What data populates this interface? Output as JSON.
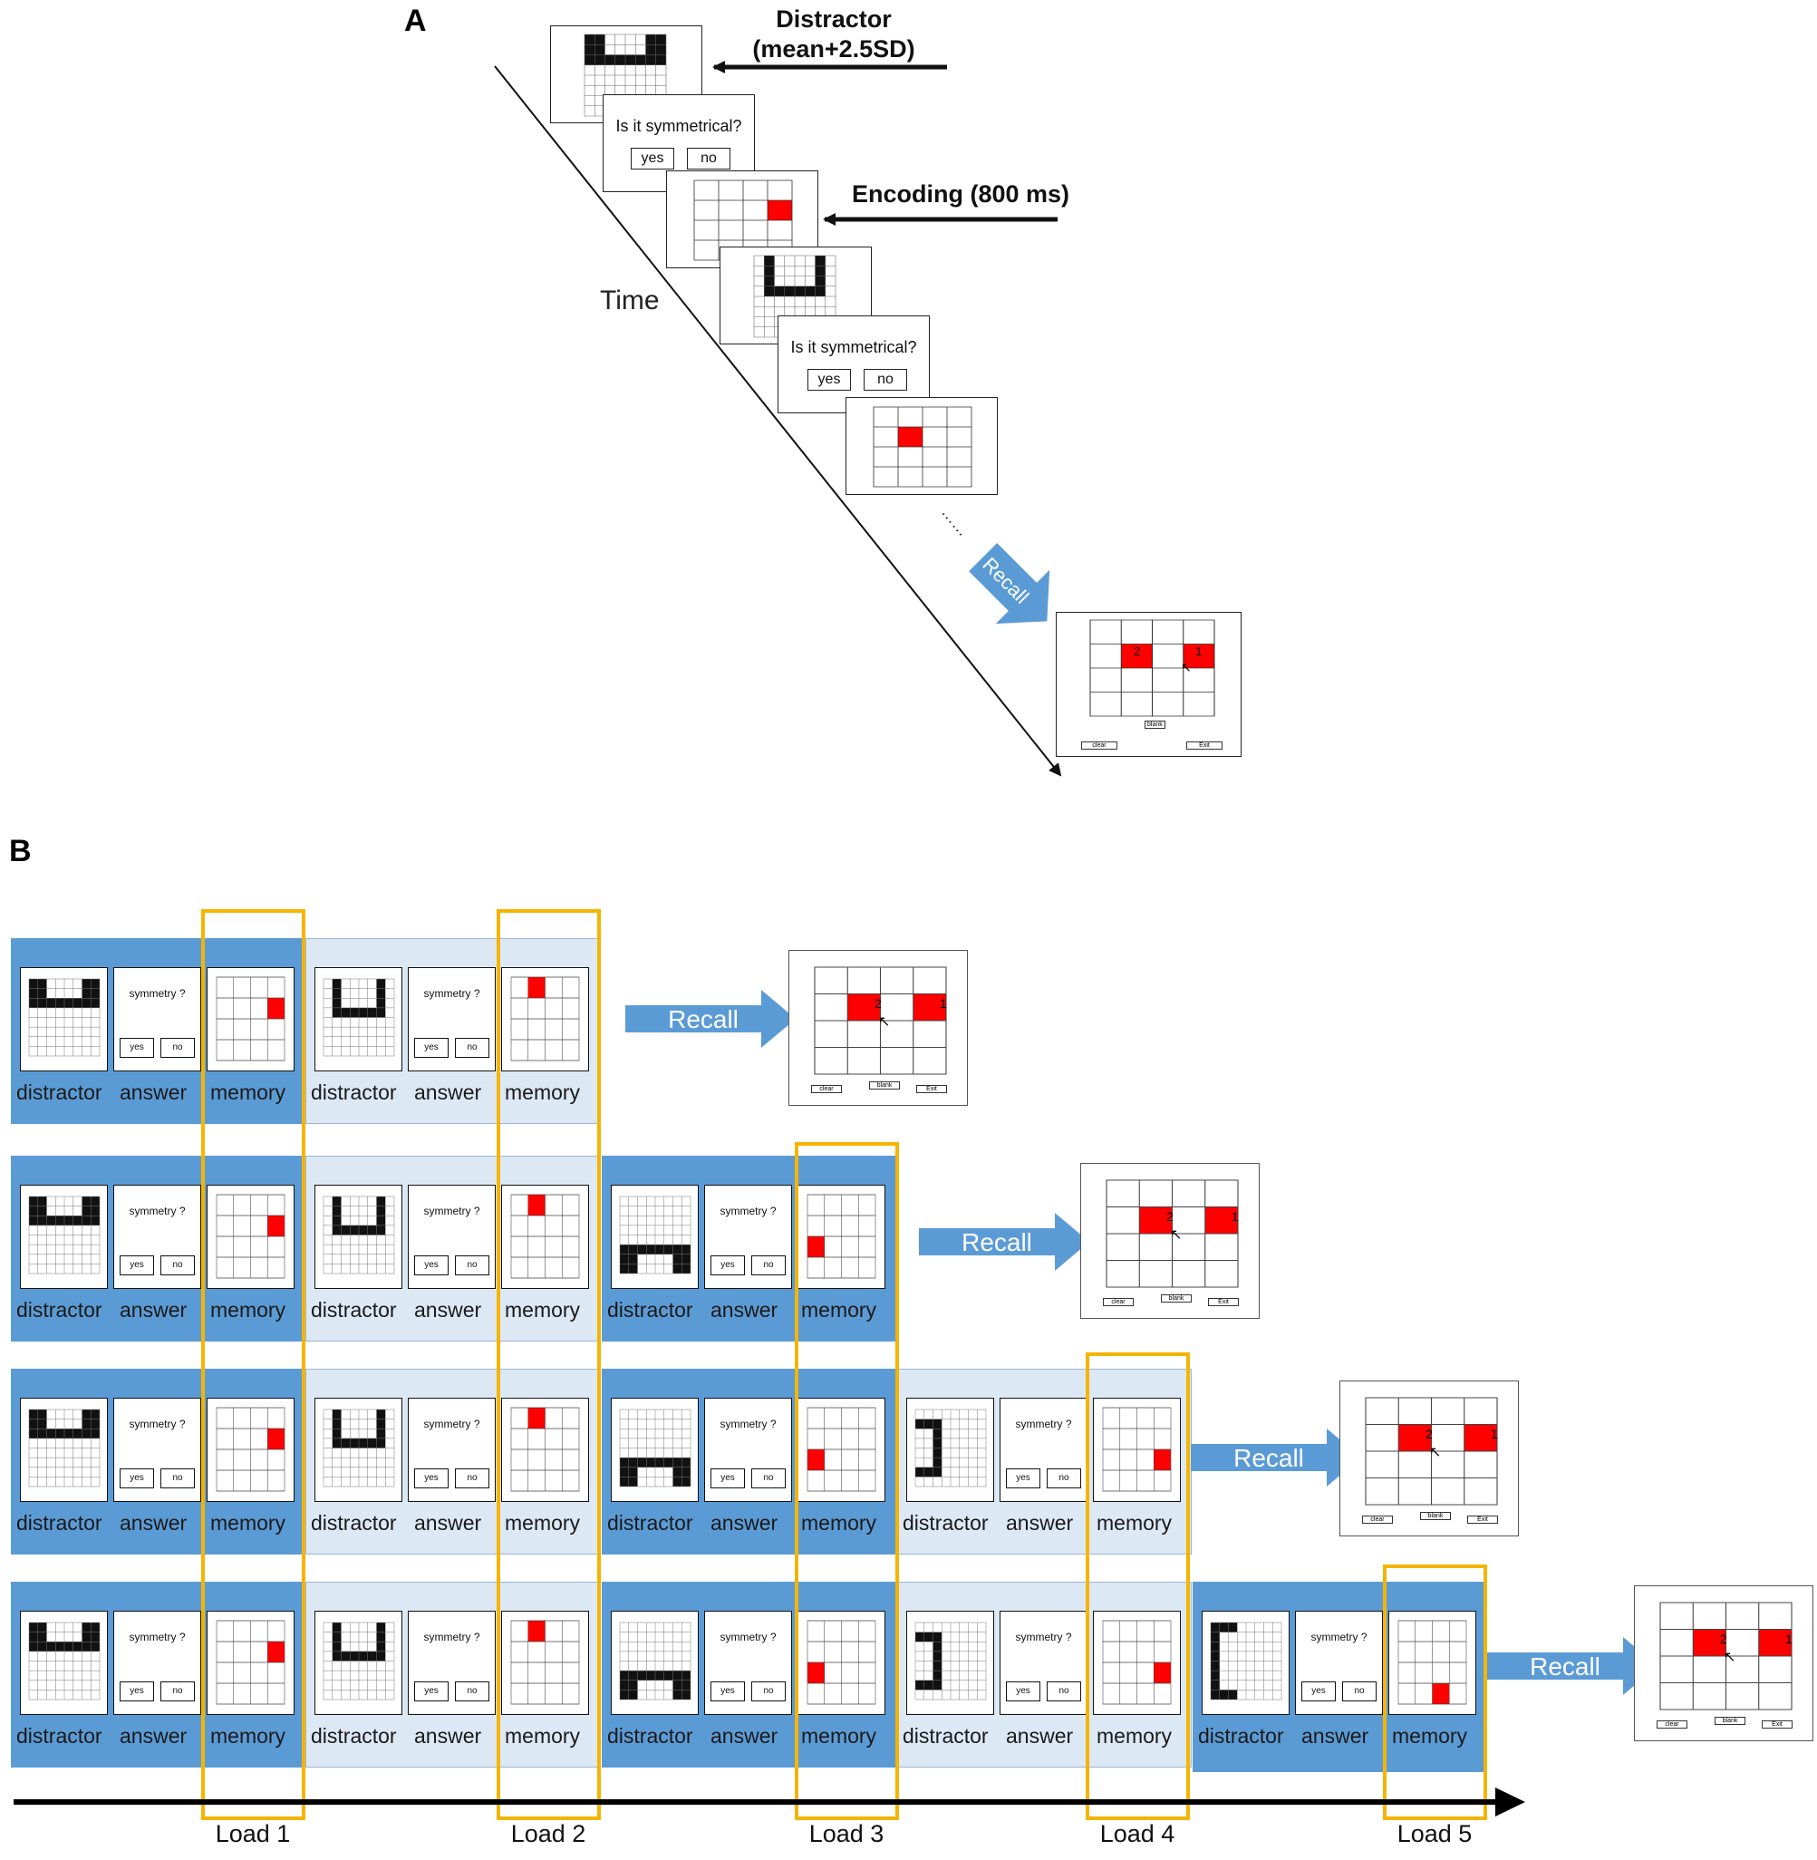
{
  "panel_a": {
    "letter": "A",
    "distractor_label_line1": "Distractor",
    "distractor_label_line2": "(mean+2.5SD)",
    "encoding_label": "Encoding (800 ms)",
    "time_label": "Time",
    "question": "Is it symmetrical?",
    "yes": "yes",
    "no": "no",
    "ellipsis": "……",
    "recall_label": "Recall",
    "recall_screen": {
      "cell_left": "2",
      "cell_right": "1",
      "blank": "blank",
      "clear": "clear",
      "exit": "Exit"
    }
  },
  "panel_b": {
    "letter": "B",
    "labels": {
      "distractor": "distractor",
      "answer": "answer",
      "memory": "memory"
    },
    "question": "symmetry ?",
    "yes": "yes",
    "no": "no",
    "recall_label": "Recall",
    "recall_screen": {
      "cell_left": "2",
      "cell_right": "1",
      "blank": "blank",
      "clear": "clear",
      "exit": "Exit"
    },
    "loads": [
      "Load 1",
      "Load 2",
      "Load 3",
      "Load 4",
      "Load 5"
    ]
  },
  "colors": {
    "trial_dark": "#5b9bd5",
    "trial_light": "#dde8f5",
    "load_box": "#f5b400",
    "memory_cell": "#ff0000",
    "recall_arrow": "#5b9bd5"
  }
}
